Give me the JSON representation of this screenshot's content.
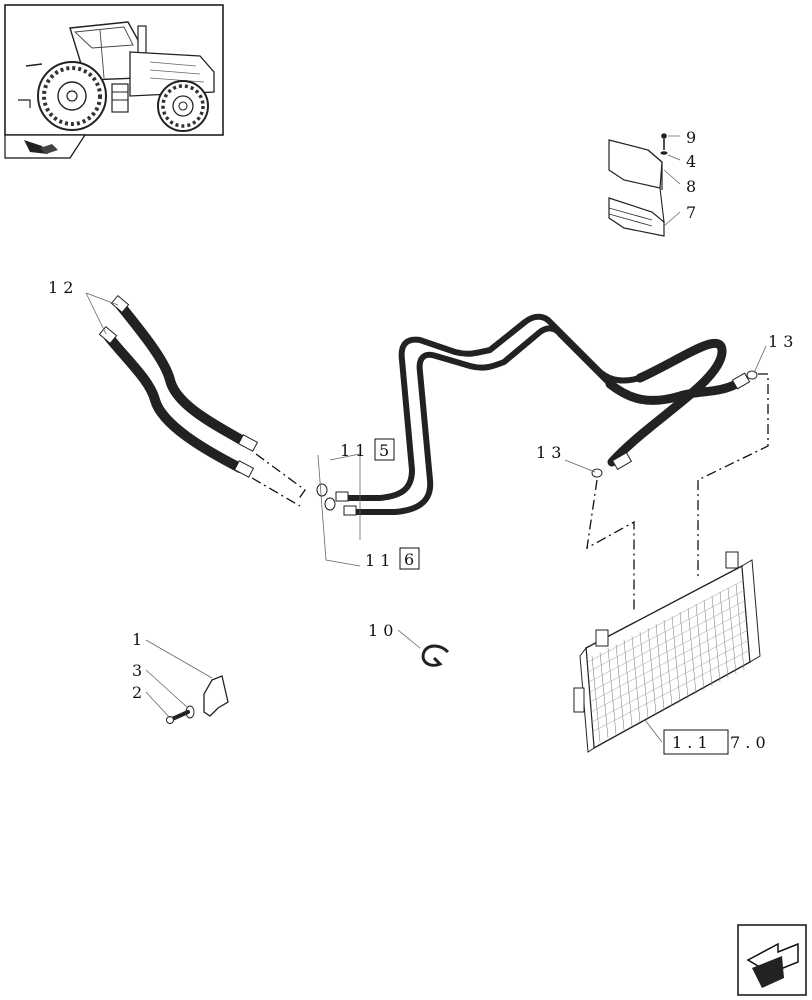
{
  "callouts": {
    "c1": "1",
    "c2": "2",
    "c3": "3",
    "c4": "4",
    "c7": "7",
    "c8": "8",
    "c9": "9",
    "c10": "1 0",
    "c12": "1 2",
    "c13a": "1 3",
    "c13b": "1 3",
    "c11a_prefix": "1 1",
    "c11a_box": "5",
    "c11b_prefix": "1 1",
    "c11b_box": "6",
    "ref_box": "1 . 1",
    "ref_tail": "7 . 0"
  },
  "icons": {
    "thumbnail": "tractor-thumbnail",
    "corner": "book-icon",
    "nav": "next-page-arrow-icon"
  }
}
